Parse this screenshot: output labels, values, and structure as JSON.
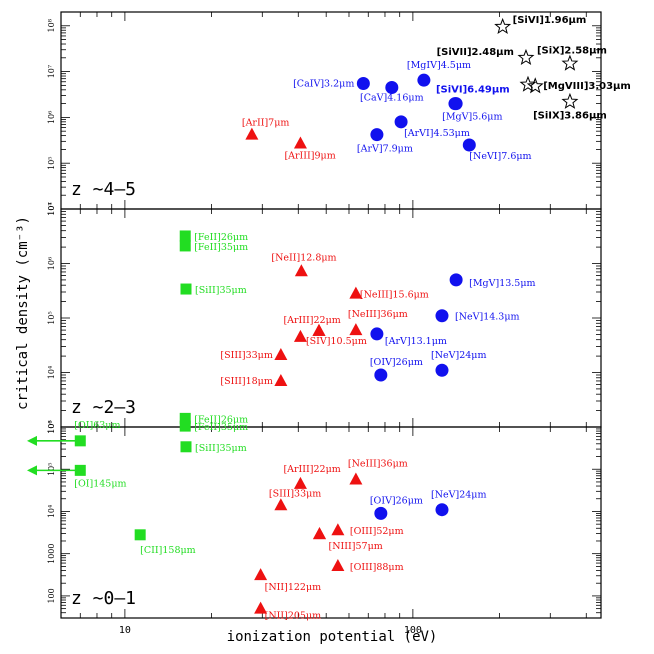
{
  "chart_data": {
    "type": "scatter",
    "xlabel": "ionization potential (eV)",
    "ylabel": "critical density (cm⁻³)",
    "xscale": "log",
    "yscale": "log",
    "xlim": [
      6,
      450
    ],
    "x_ticks": [
      "10",
      "100"
    ],
    "colors": {
      "green": "#22dd22",
      "red": "#ee1111",
      "blue": "#1111ee",
      "black": "#000000"
    },
    "panels": [
      {
        "label": "z ~4–5",
        "ylim": [
          10000,
          200000000
        ],
        "y_ticks": [
          {
            "v": 100000000,
            "t": "10⁸"
          },
          {
            "v": 10000000,
            "t": "10⁷"
          },
          {
            "v": 1000000,
            "t": "10⁶"
          },
          {
            "v": 100000,
            "t": "10⁵"
          },
          {
            "v": 10000,
            "t": "10⁴"
          }
        ],
        "points": [
          {
            "label": "[ArII]7μm",
            "x": 27.6,
            "y": 420000,
            "marker": "triangle",
            "color": "red",
            "lx": -10,
            "ly": -9,
            "anchor": "start"
          },
          {
            "label": "[ArIII]9μm",
            "x": 40.7,
            "y": 270000,
            "marker": "triangle",
            "color": "red",
            "lx": -16,
            "ly": 15,
            "anchor": "start"
          },
          {
            "label": "[CaIV]3.2μm",
            "x": 67.3,
            "y": 5500000,
            "marker": "circle",
            "color": "blue",
            "lx": -9,
            "ly": 3,
            "anchor": "end"
          },
          {
            "label": "[CaV]4.16μm",
            "x": 84.5,
            "y": 4500000,
            "marker": "circle",
            "color": "blue",
            "lx": 0,
            "ly": 13,
            "anchor": "middle"
          },
          {
            "label": "[MgIV]4.5μm",
            "x": 109.2,
            "y": 6500000,
            "marker": "circle",
            "color": "blue",
            "lx": -17,
            "ly": -12,
            "anchor": "start"
          },
          {
            "label": "[SiVI]6.49μm",
            "x": 140,
            "y": 2000000,
            "marker": "circle",
            "color": "blue",
            "lx": -19,
            "ly": -11,
            "anchor": "start",
            "bold": true
          },
          {
            "label": "[MgV]5.6μm",
            "x": 141.3,
            "y": 2000000,
            "marker": "circle",
            "color": "blue",
            "lx": -14,
            "ly": 16,
            "anchor": "start"
          },
          {
            "label": "[ArVI]4.53μm",
            "x": 91,
            "y": 800000,
            "marker": "circle",
            "color": "blue",
            "lx": 3,
            "ly": 14,
            "anchor": "start"
          },
          {
            "label": "[ArV]7.9μm",
            "x": 75,
            "y": 420000,
            "marker": "circle",
            "color": "blue",
            "lx": -20,
            "ly": 17,
            "anchor": "start"
          },
          {
            "label": "[NeVI]7.6μm",
            "x": 157,
            "y": 250000,
            "marker": "circle",
            "color": "blue",
            "lx": 0,
            "ly": 14,
            "anchor": "start"
          },
          {
            "label": "[SiVI]1.96μm",
            "x": 205,
            "y": 95000000,
            "marker": "star",
            "color": "black",
            "lx": 10,
            "ly": -4,
            "anchor": "start",
            "bold": true
          },
          {
            "label": "[SiVII]2.48μm",
            "x": 247,
            "y": 20000000,
            "marker": "star",
            "color": "black",
            "lx": -12,
            "ly": -3,
            "anchor": "end",
            "bold": true
          },
          {
            "label": "[SiX]2.58μm",
            "x": 351,
            "y": 15000000,
            "marker": "star",
            "color": "black",
            "lx": 2,
            "ly": -10,
            "anchor": "middle",
            "bold": true
          },
          {
            "label": "",
            "x": 251,
            "y": 5200000,
            "marker": "star",
            "color": "black",
            "lx": 0,
            "ly": 0,
            "anchor": "start"
          },
          {
            "label": "[MgVIII]3.03μm",
            "x": 266,
            "y": 4800000,
            "marker": "star",
            "color": "black",
            "lx": 8,
            "ly": 3,
            "anchor": "start",
            "bold": true
          },
          {
            "label": "[SiIX]3.86μm",
            "x": 351,
            "y": 2200000,
            "marker": "star",
            "color": "black",
            "lx": 0,
            "ly": 17,
            "anchor": "middle",
            "bold": true
          }
        ]
      },
      {
        "label": "z ~2–3",
        "ylim": [
          1000,
          10000000
        ],
        "y_ticks": [
          {
            "v": 10000000,
            "t": "10⁷"
          },
          {
            "v": 1000000,
            "t": "10⁶"
          },
          {
            "v": 100000,
            "t": "10⁵"
          },
          {
            "v": 10000,
            "t": "10⁴"
          },
          {
            "v": 1000,
            "t": "10³"
          }
        ],
        "points": [
          {
            "label": "[FeII]26μm",
            "x": 16.2,
            "y": 3200000,
            "marker": "square",
            "color": "green",
            "lx": 9,
            "ly": 4,
            "anchor": "start"
          },
          {
            "label": "[FeII]35μm",
            "x": 16.2,
            "y": 2100000,
            "marker": "square",
            "color": "green",
            "lx": 9,
            "ly": 4,
            "anchor": "start"
          },
          {
            "label": "[SiII]35μm",
            "x": 16.3,
            "y": 340000,
            "marker": "square",
            "color": "green",
            "lx": 9,
            "ly": 4,
            "anchor": "start"
          },
          {
            "label": "[NeII]12.8μm",
            "x": 41,
            "y": 720000,
            "marker": "triangle",
            "color": "red",
            "lx": -30,
            "ly": -11,
            "anchor": "start"
          },
          {
            "label": "[NeIII]15.6μm",
            "x": 63.4,
            "y": 280000,
            "marker": "triangle",
            "color": "red",
            "lx": 4,
            "ly": 4,
            "anchor": "start"
          },
          {
            "label": "[MgV]13.5μm",
            "x": 141.3,
            "y": 500000,
            "marker": "circle",
            "color": "blue",
            "lx": 13,
            "ly": 6,
            "anchor": "start"
          },
          {
            "label": "[NeV]14.3μm",
            "x": 126.2,
            "y": 110000,
            "marker": "circle",
            "color": "blue",
            "lx": 13,
            "ly": 4,
            "anchor": "start"
          },
          {
            "label": "[ArIII]22μm",
            "x": 40.7,
            "y": 45000,
            "marker": "triangle",
            "color": "red",
            "lx": -17,
            "ly": -14,
            "anchor": "start"
          },
          {
            "label": "[NeIII]36μm",
            "x": 63.4,
            "y": 60000,
            "marker": "triangle",
            "color": "red",
            "lx": -8,
            "ly": -13,
            "anchor": "start"
          },
          {
            "label": "",
            "x": 47.2,
            "y": 58000,
            "marker": "triangle",
            "color": "red",
            "lx": 0,
            "ly": 0,
            "anchor": "start"
          },
          {
            "label": "[SIV]10.5μm",
            "x": 47.2,
            "y": 58000,
            "marker": "triangle",
            "color": "red",
            "lx": -13,
            "ly": 13,
            "anchor": "start"
          },
          {
            "label": "[ArV]13.1μm",
            "x": 75,
            "y": 51000,
            "marker": "circle",
            "color": "blue",
            "lx": 8,
            "ly": 10,
            "anchor": "start"
          },
          {
            "label": "[SIII]33μm",
            "x": 34.8,
            "y": 21000,
            "marker": "triangle",
            "color": "red",
            "lx": -8,
            "ly": 3,
            "anchor": "end"
          },
          {
            "label": "[OIV]26μm",
            "x": 77.4,
            "y": 9000,
            "marker": "circle",
            "color": "blue",
            "lx": -11,
            "ly": -10,
            "anchor": "start"
          },
          {
            "label": "[NeV]24μm",
            "x": 126.2,
            "y": 11000,
            "marker": "circle",
            "color": "blue",
            "lx": -11,
            "ly": -12,
            "anchor": "start"
          },
          {
            "label": "[SIII]18μm",
            "x": 34.8,
            "y": 7000,
            "marker": "triangle",
            "color": "red",
            "lx": -8,
            "ly": 3,
            "anchor": "end"
          }
        ]
      },
      {
        "label": "z ~0–1",
        "ylim": [
          30,
          1000000
        ],
        "y_ticks": [
          {
            "v": 1000000,
            "t": "10⁶"
          },
          {
            "v": 100000,
            "t": "10⁵"
          },
          {
            "v": 10000,
            "t": "10⁴"
          },
          {
            "v": 1000,
            "t": "1000"
          },
          {
            "v": 100,
            "t": "100"
          }
        ],
        "points": [
          {
            "label": "[OI]63μm",
            "x": 7,
            "y": 470000,
            "marker": "square",
            "color": "green",
            "lx": -6,
            "ly": -13,
            "anchor": "start",
            "arrow": true
          },
          {
            "label": "[OI]145μm",
            "x": 7,
            "y": 94000,
            "marker": "square",
            "color": "green",
            "lx": -6,
            "ly": 16,
            "anchor": "start",
            "arrow": true
          },
          {
            "label": "[FeII]26μm",
            "x": 16.2,
            "y": 1600000,
            "marker": "square",
            "color": "green",
            "lx": 9,
            "ly": 4,
            "anchor": "start"
          },
          {
            "label": "[FeII]35μm",
            "x": 16.2,
            "y": 1050000,
            "marker": "square",
            "color": "green",
            "lx": 9,
            "ly": 4,
            "anchor": "start"
          },
          {
            "label": "[SiII]35μm",
            "x": 16.3,
            "y": 340000,
            "marker": "square",
            "color": "green",
            "lx": 9,
            "ly": 4,
            "anchor": "start"
          },
          {
            "label": "[CII]158μm",
            "x": 11.3,
            "y": 2800,
            "marker": "square",
            "color": "green",
            "lx": 0,
            "ly": 18,
            "anchor": "start"
          },
          {
            "label": "[ArIII]22μm",
            "x": 40.7,
            "y": 45000,
            "marker": "triangle",
            "color": "red",
            "lx": -17,
            "ly": -12,
            "anchor": "start"
          },
          {
            "label": "[NeIII]36μm",
            "x": 63.4,
            "y": 57000,
            "marker": "triangle",
            "color": "red",
            "lx": -8,
            "ly": -13,
            "anchor": "start"
          },
          {
            "label": "[SIII]33μm",
            "x": 34.8,
            "y": 14000,
            "marker": "triangle",
            "color": "red",
            "lx": -12,
            "ly": -9,
            "anchor": "start"
          },
          {
            "label": "[OIV]26μm",
            "x": 77.4,
            "y": 9000,
            "marker": "circle",
            "color": "blue",
            "lx": -11,
            "ly": -10,
            "anchor": "start"
          },
          {
            "label": "[NeV]24μm",
            "x": 126.2,
            "y": 11000,
            "marker": "circle",
            "color": "blue",
            "lx": -11,
            "ly": -12,
            "anchor": "start"
          },
          {
            "label": "[OIII]52μm",
            "x": 54.9,
            "y": 3600,
            "marker": "triangle",
            "color": "red",
            "lx": 12,
            "ly": 4,
            "anchor": "start"
          },
          {
            "label": "",
            "x": 47.4,
            "y": 2900,
            "marker": "triangle",
            "color": "red",
            "lx": 0,
            "ly": 0,
            "anchor": "start"
          },
          {
            "label": "[NIII]57μm",
            "x": 47.4,
            "y": 2900,
            "marker": "triangle",
            "color": "red",
            "lx": 9,
            "ly": 15,
            "anchor": "start"
          },
          {
            "label": "[OIII]88μm",
            "x": 54.9,
            "y": 510,
            "marker": "triangle",
            "color": "red",
            "lx": 12,
            "ly": 4,
            "anchor": "start"
          },
          {
            "label": "[NII]122μm",
            "x": 29.6,
            "y": 310,
            "marker": "triangle",
            "color": "red",
            "lx": 4,
            "ly": 15,
            "anchor": "start"
          },
          {
            "label": "[NII]205μm",
            "x": 29.6,
            "y": 50,
            "marker": "triangle",
            "color": "red",
            "lx": 4,
            "ly": 10,
            "anchor": "start"
          }
        ]
      }
    ]
  }
}
